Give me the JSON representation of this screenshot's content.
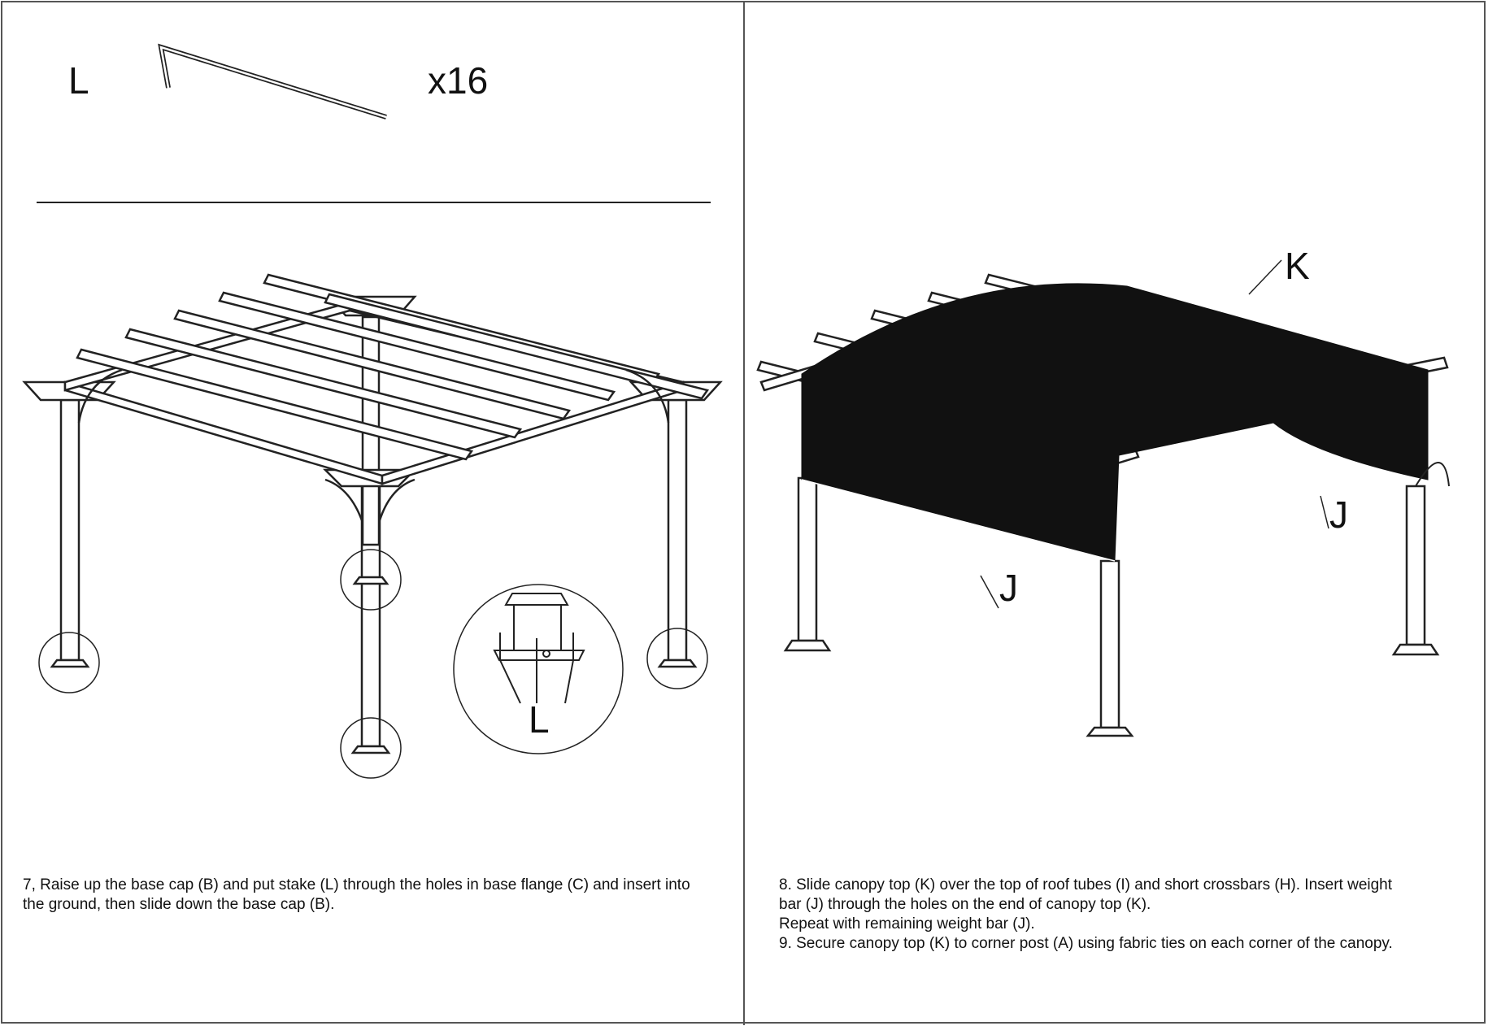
{
  "left_panel": {
    "part": {
      "letter": "L",
      "quantity": "x16",
      "icon": "stake-icon"
    },
    "detail_label": "L",
    "caption_lines": [
      "7, Raise up the base cap (B) and put stake (L) through the holes in base flange (C) and insert into",
      "the ground, then slide down the base cap (B)."
    ]
  },
  "right_panel": {
    "labels": {
      "canopy": "K",
      "weight_bar_front": "J",
      "weight_bar_side": "J"
    },
    "caption_lines": [
      "8. Slide canopy top (K) over the top of roof tubes (I) and short crossbars (H). Insert weight",
      "bar (J) through the holes on the end of canopy top (K).",
      "Repeat with remaining weight bar (J).",
      "9. Secure canopy top (K) to corner post (A) using fabric ties on each corner of the canopy."
    ]
  }
}
